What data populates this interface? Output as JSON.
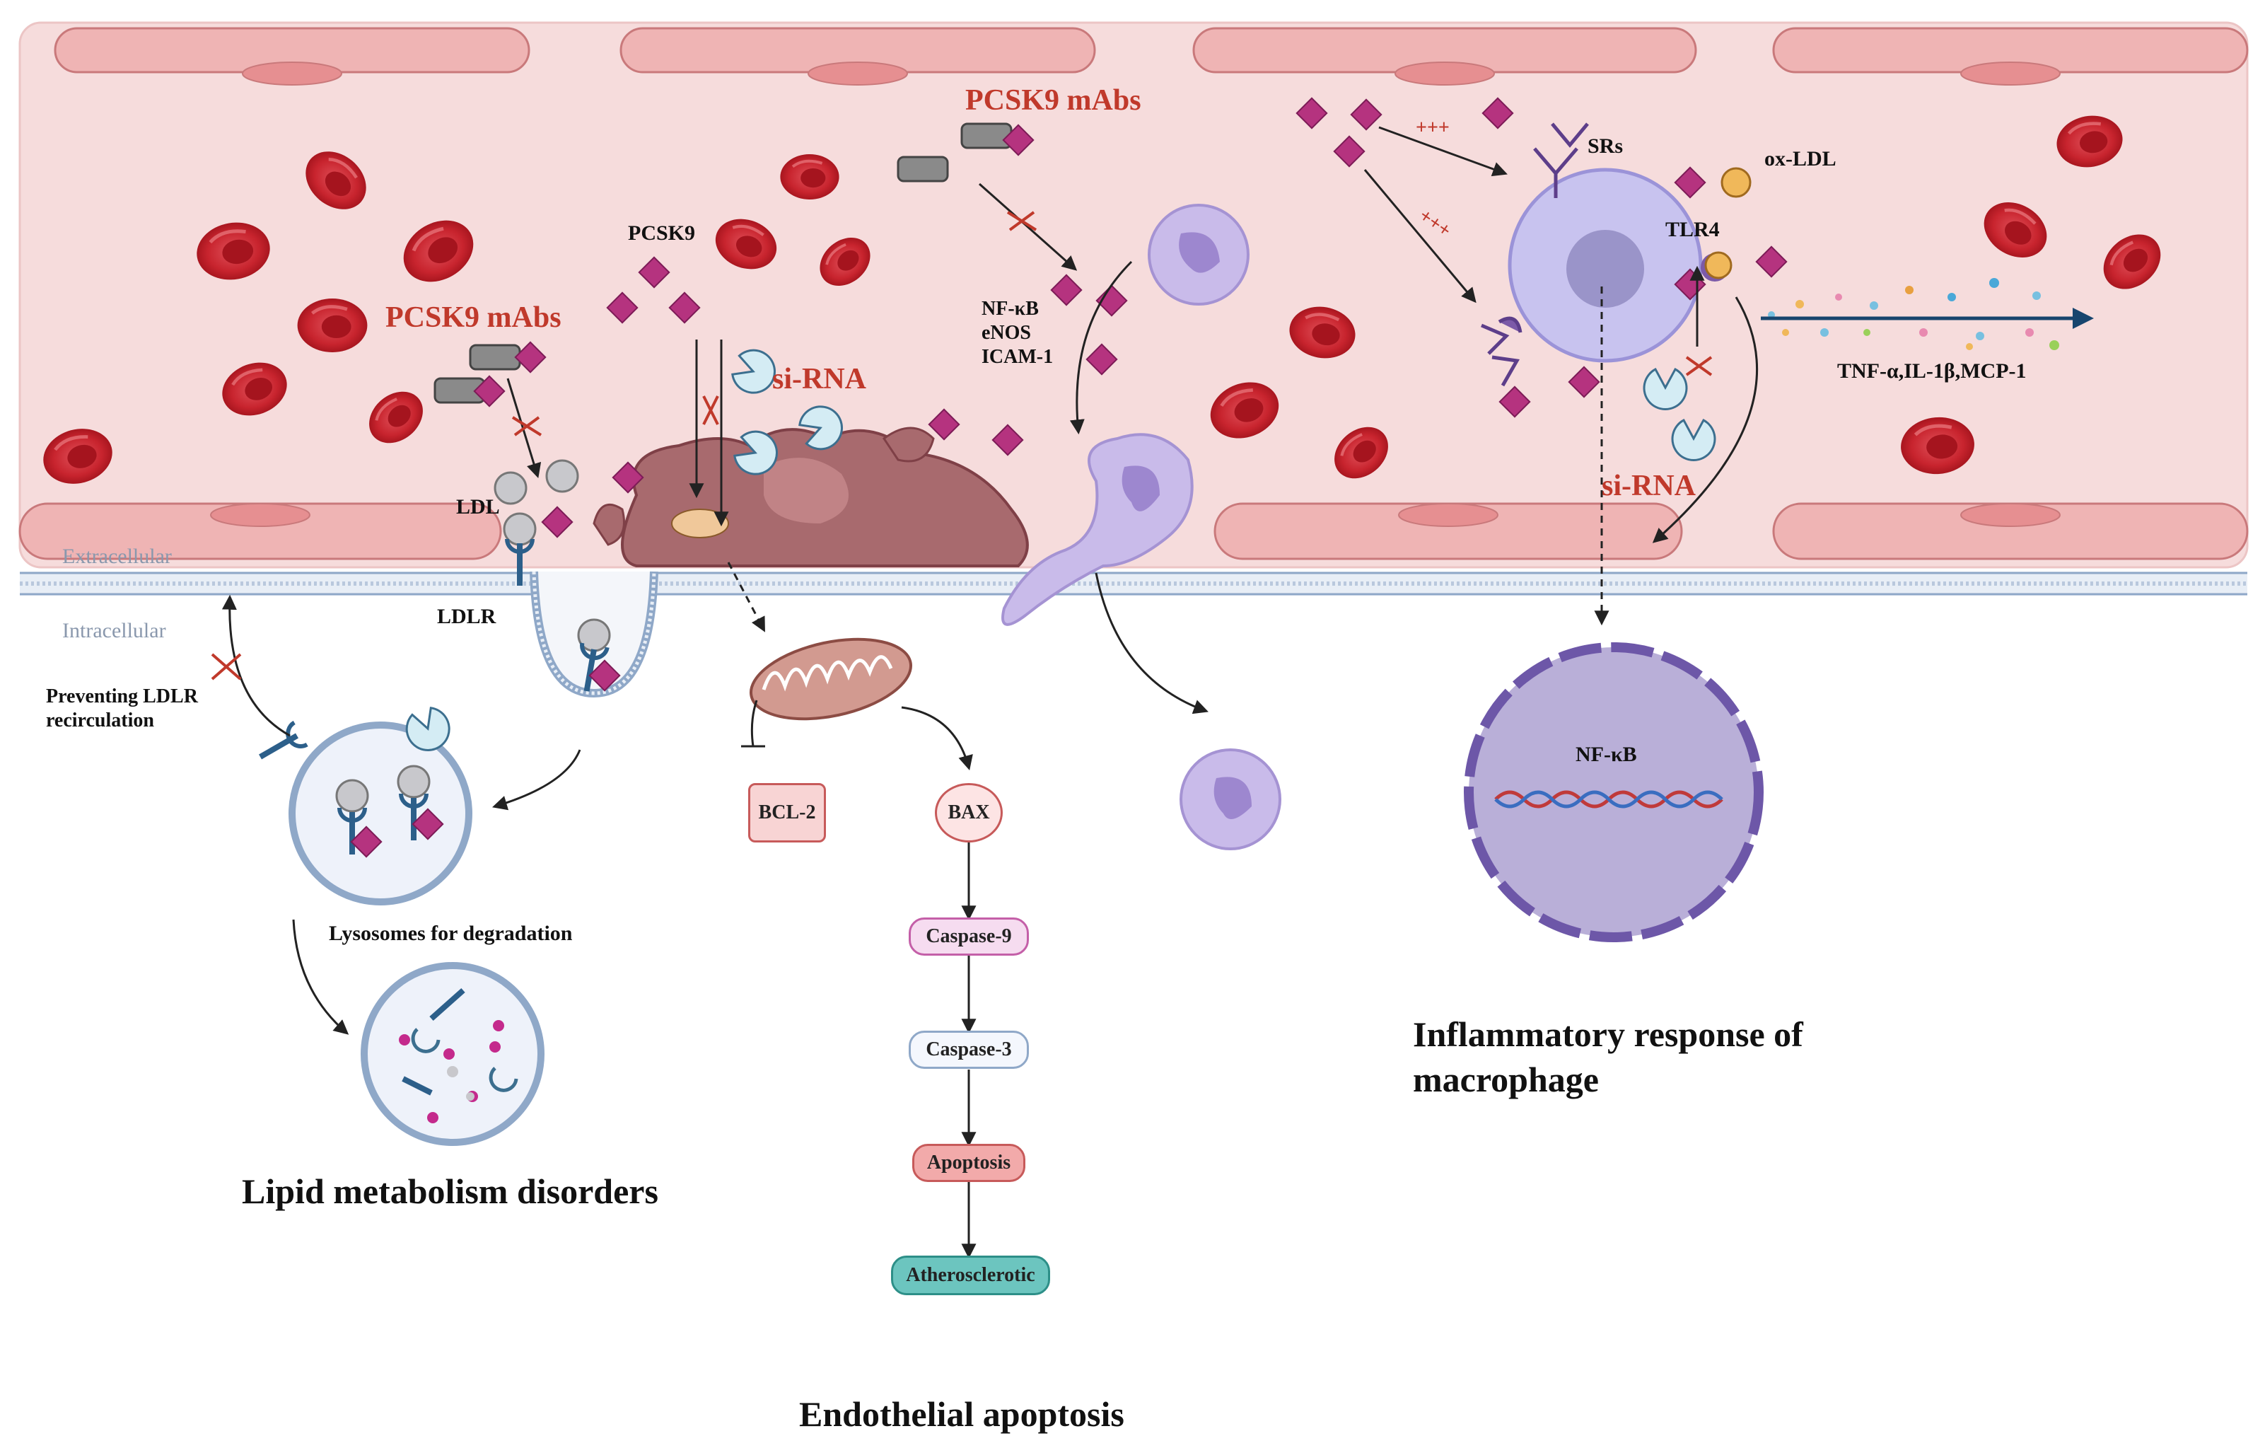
{
  "labels": {
    "extracellular": "Extracellular",
    "intracellular": "Intracellular",
    "pcsk9_mabs": "PCSK9 mAbs",
    "pcsk9": "PCSK9",
    "sirna": "si-RNA",
    "ldl": "LDL",
    "ldlr": "LDLR",
    "preventing_ldlr_line1": "Preventing LDLR",
    "preventing_ldlr_line2": "recirculation",
    "lysosomes": "Lysosomes for degradation",
    "nfkb_enos_icam_line1": "NF-κB",
    "nfkb_enos_icam_line2": "eNOS",
    "nfkb_enos_icam_line3": "ICAM-1",
    "srs": "SRs",
    "oxldl": "ox-LDL",
    "tlr4": "TLR4",
    "plus": "+++",
    "cytokines": "TNF-α,IL-1β,MCP-1",
    "nfkb_nucleus": "NF-κB"
  },
  "pathway": {
    "bcl2": "BCL-2",
    "bax": "BAX",
    "caspase9": "Caspase-9",
    "caspase3": "Caspase-3",
    "apoptosis": "Apoptosis",
    "atherosclerotic": "Atherosclerotic"
  },
  "titles": {
    "lipid": "Lipid metabolism disorders",
    "endothelial": "Endothelial apoptosis",
    "inflammatory_line1": "Inflammatory response of",
    "inflammatory_line2": "macrophage"
  },
  "colors": {
    "vessel": "#f6dcdc",
    "rbc": "#c8242e",
    "pcsk9_diamond": "#b5337f",
    "membrane": "#8fa8c8",
    "macrophage": "#b7a7e0",
    "apoptosis_box": "#f2aaaa",
    "atherosclerotic_box": "#6cc5bf"
  }
}
